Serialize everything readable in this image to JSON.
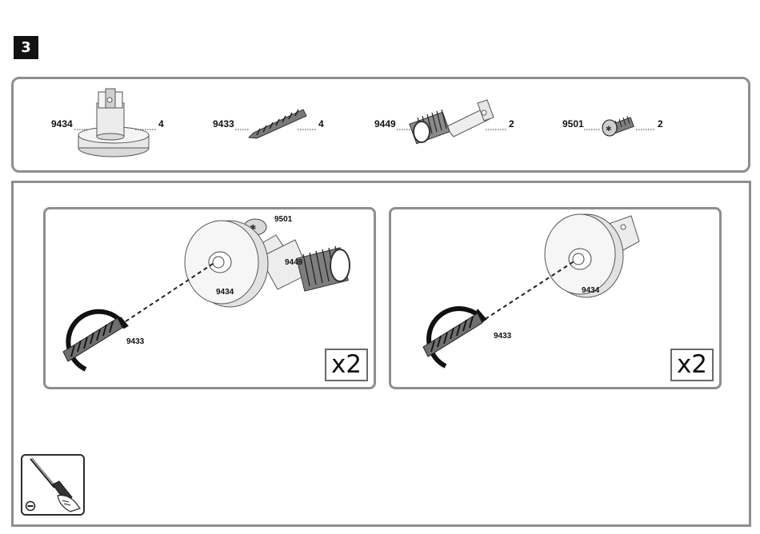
{
  "step": {
    "number": "3"
  },
  "parts": [
    {
      "code": "9434",
      "qty": "4"
    },
    {
      "code": "9433",
      "qty": "4"
    },
    {
      "code": "9449",
      "qty": "2"
    },
    {
      "code": "9501",
      "qty": "2"
    }
  ],
  "panels": [
    {
      "labels": {
        "screw": "9433",
        "cap": "9434",
        "tube": "9449",
        "bolt": "9501"
      },
      "multiplier": "x2"
    },
    {
      "labels": {
        "screw": "9433",
        "cap": "9434"
      },
      "multiplier": "x2"
    }
  ],
  "tool": {
    "name": "screwdriver-icon",
    "sign": "minus"
  }
}
